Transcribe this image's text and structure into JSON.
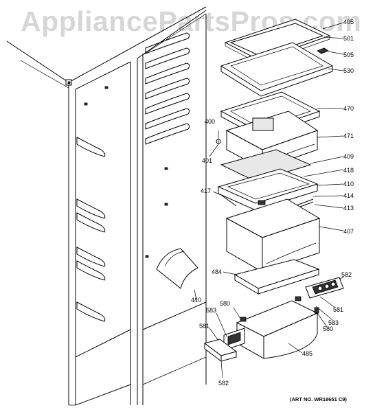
{
  "watermark": "AppliancePartsPros.com",
  "art_number": "(ART NO. WR19651 C9)",
  "part_labels": {
    "p405": "405",
    "p501": "501",
    "p505": "505",
    "p530": "530",
    "p470": "470",
    "p400": "400",
    "p401": "401",
    "p471": "471",
    "p409": "409",
    "p418": "418",
    "p410": "410",
    "p417": "417",
    "p414": "414",
    "p413": "413",
    "p407": "407",
    "p484": "484",
    "p582a": "582",
    "p440": "440",
    "p581a": "581",
    "p580a": "580",
    "p583a": "583",
    "p580b": "580",
    "p583b": "583",
    "p581b": "581",
    "p485": "485",
    "p582b": "582"
  }
}
